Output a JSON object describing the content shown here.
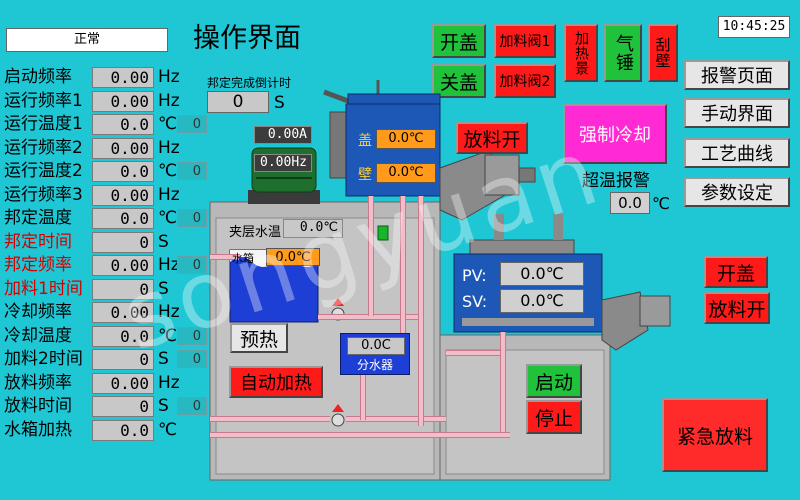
{
  "status": "正常",
  "title": "操作界面",
  "clock": "10:45:25",
  "timer": {
    "label": "邦定完成倒计时",
    "value": "0",
    "unit": "S"
  },
  "params": [
    {
      "label": "启动频率",
      "value": "0.00",
      "unit": "Hz",
      "red": false,
      "side": ""
    },
    {
      "label": "运行频率1",
      "value": "0.00",
      "unit": "Hz",
      "red": false,
      "side": ""
    },
    {
      "label": "运行温度1",
      "value": "0.0",
      "unit": "℃",
      "red": false,
      "side": "0"
    },
    {
      "label": "运行频率2",
      "value": "0.00",
      "unit": "Hz",
      "red": false,
      "side": ""
    },
    {
      "label": "运行温度2",
      "value": "0.0",
      "unit": "℃",
      "red": false,
      "side": "0"
    },
    {
      "label": "运行频率3",
      "value": "0.00",
      "unit": "Hz",
      "red": false,
      "side": ""
    },
    {
      "label": "邦定温度",
      "value": "0.0",
      "unit": "℃",
      "red": false,
      "side": "0"
    },
    {
      "label": "邦定时间",
      "value": "0",
      "unit": "S",
      "red": true,
      "side": ""
    },
    {
      "label": "邦定频率",
      "value": "0.00",
      "unit": "Hz",
      "red": true,
      "side": "0"
    },
    {
      "label": "加料1时间",
      "value": "0",
      "unit": "S",
      "red": true,
      "side": ""
    },
    {
      "label": "冷却频率",
      "value": "0.00",
      "unit": "Hz",
      "red": false,
      "side": ""
    },
    {
      "label": "冷却温度",
      "value": "0.0",
      "unit": "℃",
      "red": false,
      "side": "0"
    },
    {
      "label": "加料2时间",
      "value": "0",
      "unit": "S",
      "red": false,
      "side": "0"
    },
    {
      "label": "放料频率",
      "value": "0.00",
      "unit": "Hz",
      "red": false,
      "side": ""
    },
    {
      "label": "放料时间",
      "value": "0",
      "unit": "S",
      "red": false,
      "side": "0"
    },
    {
      "label": "水箱加热",
      "value": "0.0",
      "unit": "℃",
      "red": false,
      "side": ""
    }
  ],
  "top_buttons": {
    "open_lid": "开盖",
    "close_lid": "关盖",
    "feed_valve1": "加料阀1",
    "feed_valve2": "加料阀2",
    "heat_scrape": "加热景",
    "air_hammer": "气锤",
    "scrape_wall": "刮壁"
  },
  "nav": [
    "报警页面",
    "手动界面",
    "工艺曲线",
    "参数设定"
  ],
  "motor": {
    "current": "0.00A",
    "freq": "0.00Hz"
  },
  "tank": {
    "lid_label": "盖",
    "lid_temp": "0.0℃",
    "wall_label": "壁",
    "wall_temp": "0.0℃"
  },
  "discharge_open_1": "放料开",
  "force_cool": "强制冷却",
  "overtemp": {
    "label": "超温报警",
    "value": "0.0",
    "unit": "℃"
  },
  "jacket": {
    "label": "夹层水温",
    "value": "0.0℃"
  },
  "water_tank": {
    "label": "水箱",
    "value": "0.0℃"
  },
  "preheat": "预热",
  "distributor": {
    "value": "0.0C",
    "label": "分水器"
  },
  "auto_heat": "自动加热",
  "start": "启动",
  "stop": "停止",
  "cooler": {
    "pv_label": "PV:",
    "pv_value": "0.0℃",
    "sv_label": "SV:",
    "sv_value": "0.0℃"
  },
  "cooler_open_lid": "开盖",
  "discharge_open_2": "放料开",
  "emergency": "紧急放料",
  "watermark": "songyuan",
  "colors": {
    "background": "#1fc7d4",
    "green": "#1fc23a",
    "red": "#ff1a1a",
    "magenta": "#ff2ad4"
  }
}
